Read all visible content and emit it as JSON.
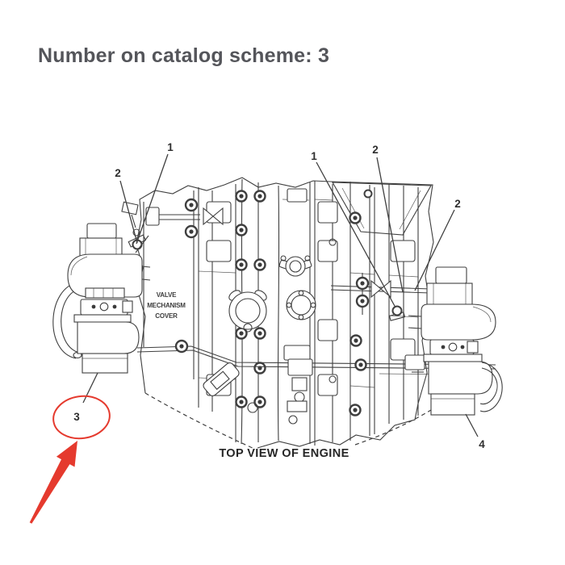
{
  "page": {
    "background": "#ffffff"
  },
  "header": {
    "title": "Number on catalog scheme: 3",
    "color": "#54555a"
  },
  "diagram": {
    "line_color": "#3f3f3f",
    "caption": "TOP VIEW OF ENGINE",
    "cover_label": {
      "line1": "VALVE",
      "line2": "MECHANISM",
      "line3": "COVER"
    },
    "callouts": [
      {
        "label": "1",
        "position": "upper-left"
      },
      {
        "label": "2",
        "position": "upper-left-outer"
      },
      {
        "label": "1",
        "position": "upper-right"
      },
      {
        "label": "2",
        "position": "upper-right-inner"
      },
      {
        "label": "2",
        "position": "right-outer"
      },
      {
        "label": "3",
        "position": "lower-left-circled"
      },
      {
        "label": "4",
        "position": "lower-right"
      }
    ],
    "highlight": {
      "number_circled": "3",
      "color": "#e53a2e",
      "shape": "ellipse-with-arrow"
    }
  }
}
